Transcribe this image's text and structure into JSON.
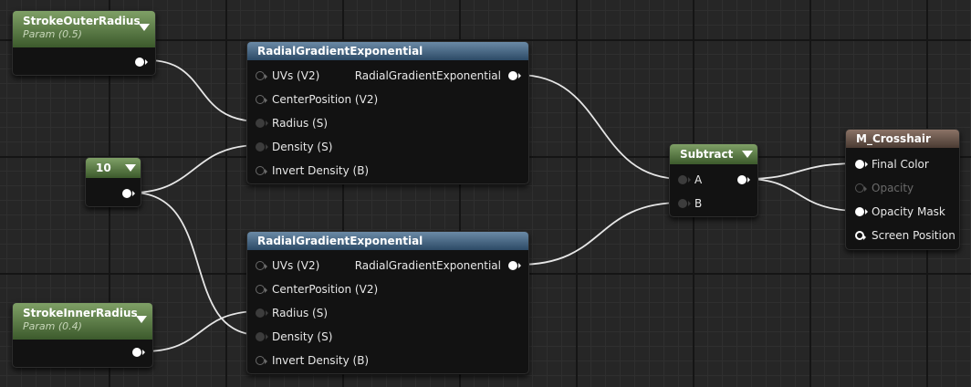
{
  "nodes": {
    "stroke_outer": {
      "title": "StrokeOuterRadius",
      "subtitle": "Param (0.5)"
    },
    "stroke_inner": {
      "title": "StrokeInnerRadius",
      "subtitle": "Param (0.4)"
    },
    "constant": {
      "value": "10"
    },
    "rge_top": {
      "title": "RadialGradientExponential",
      "inputs": [
        "UVs (V2)",
        "CenterPosition (V2)",
        "Radius (S)",
        "Density (S)",
        "Invert Density (B)"
      ],
      "output": "RadialGradientExponential"
    },
    "rge_bottom": {
      "title": "RadialGradientExponential",
      "inputs": [
        "UVs (V2)",
        "CenterPosition (V2)",
        "Radius (S)",
        "Density (S)",
        "Invert Density (B)"
      ],
      "output": "RadialGradientExponential"
    },
    "subtract": {
      "title": "Subtract",
      "inputs": [
        "A",
        "B"
      ]
    },
    "material": {
      "title": "M_Crosshair",
      "inputs": [
        "Final Color",
        "Opacity",
        "Opacity Mask",
        "Screen Position"
      ]
    }
  },
  "colors": {
    "function_header": "#3b5a78",
    "parameter_header": "#54763f",
    "material_header": "#6a564b",
    "wire": "#e6e6e6",
    "canvas_bg": "#262626"
  }
}
